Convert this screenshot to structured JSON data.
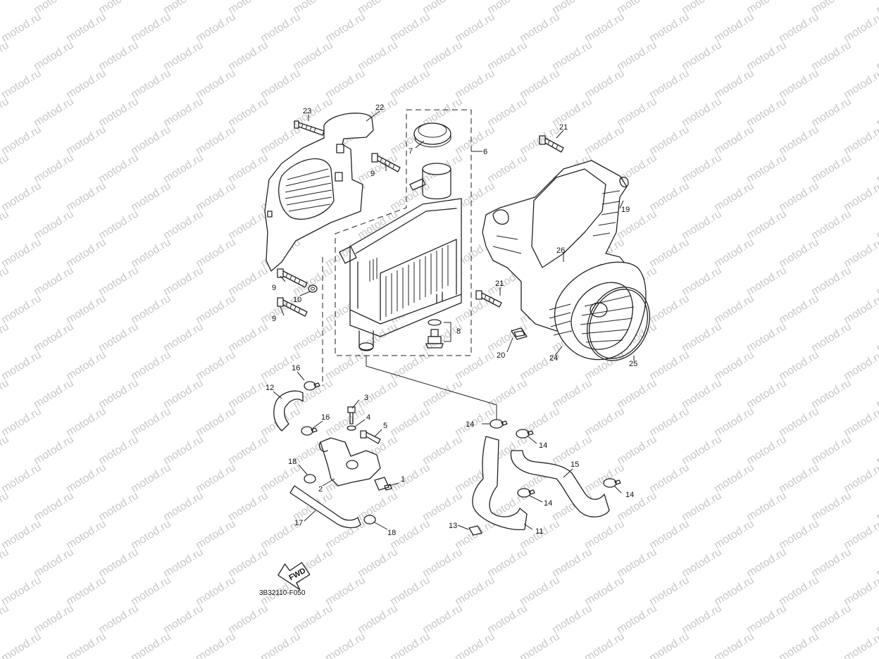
{
  "watermark": "motod.ru",
  "diagram_code": "3B32110-F050",
  "fwd_label": "FWD",
  "callouts": [
    "1",
    "2",
    "3",
    "4",
    "5",
    "6",
    "7",
    "8",
    "9",
    "9",
    "9",
    "10",
    "11",
    "12",
    "13",
    "14",
    "14",
    "14",
    "14",
    "15",
    "16",
    "16",
    "17",
    "18",
    "18",
    "19",
    "20",
    "21",
    "21",
    "22",
    "23",
    "24",
    "25",
    "26"
  ]
}
